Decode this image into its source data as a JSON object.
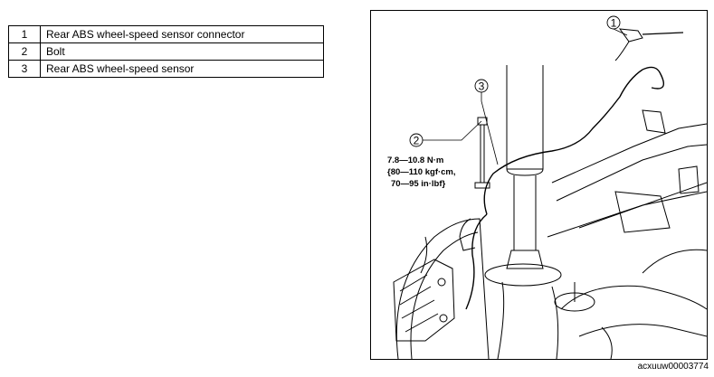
{
  "legend": {
    "rows": [
      {
        "number": "1",
        "description": "Rear ABS wheel-speed sensor connector"
      },
      {
        "number": "2",
        "description": "Bolt"
      },
      {
        "number": "3",
        "description": "Rear ABS wheel-speed sensor"
      }
    ]
  },
  "figure": {
    "callouts": [
      "1",
      "2",
      "3"
    ],
    "torque_spec": {
      "line1": "7.8—10.8 N·m",
      "line2": "{80—110 kgf·cm,",
      "line3": "70—95 in·lbf}"
    },
    "code": "acxuuw00003774"
  }
}
